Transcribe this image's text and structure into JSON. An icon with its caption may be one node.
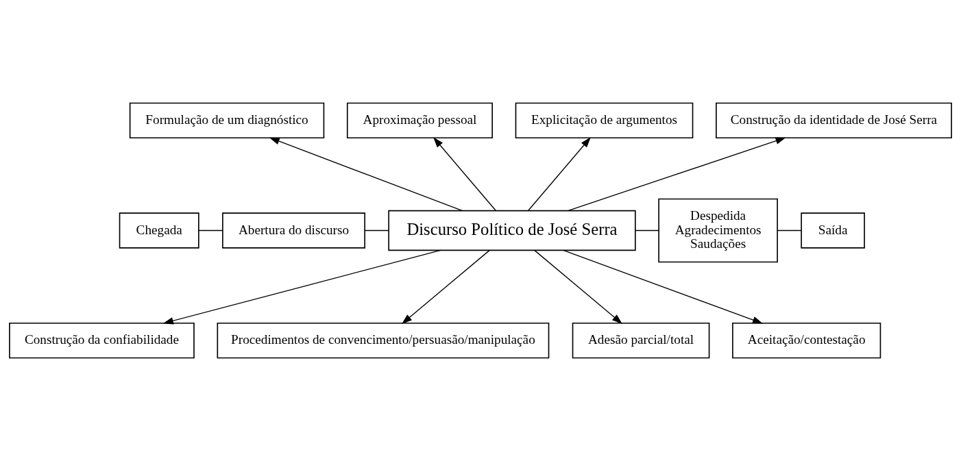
{
  "diagram": {
    "nodes": [
      {
        "text": [
          "Formulação de um diagnóstico"
        ]
      },
      {
        "text": [
          "Aproximação pessoal"
        ]
      },
      {
        "text": [
          "Explicitação de argumentos"
        ]
      },
      {
        "text": [
          "Construção da identidade de José Serra"
        ]
      },
      {
        "text": [
          "Chegada"
        ]
      },
      {
        "text": [
          "Abertura do discurso"
        ]
      },
      {
        "text": [
          "Discurso Político de José Serra"
        ]
      },
      {
        "text": [
          "Despedida",
          "Agradecimentos",
          "Saudações"
        ]
      },
      {
        "text": [
          "Saída"
        ]
      },
      {
        "text": [
          "Construção da confiabilidade"
        ]
      },
      {
        "text": [
          "Procedimentos de convencimento/persuasão/manipulação"
        ]
      },
      {
        "text": [
          "Adesão parcial/total"
        ]
      },
      {
        "text": [
          "Aceitação/contestação"
        ]
      }
    ],
    "edges": [
      {
        "from": 6,
        "to": 1,
        "arrow": "to"
      },
      {
        "from": 6,
        "to": 0,
        "arrow": "to"
      },
      {
        "from": 6,
        "to": 2,
        "arrow": "to"
      },
      {
        "from": 6,
        "to": 3,
        "arrow": "to"
      },
      {
        "from": 4,
        "to": 5,
        "arrow": "none"
      },
      {
        "from": 5,
        "to": 6,
        "arrow": "none"
      },
      {
        "from": 6,
        "to": 7,
        "arrow": "none"
      },
      {
        "from": 7,
        "to": 8,
        "arrow": "none"
      },
      {
        "from": 6,
        "to": 9,
        "arrow": "to"
      },
      {
        "from": 6,
        "to": 10,
        "arrow": "to"
      },
      {
        "from": 6,
        "to": 11,
        "arrow": "to"
      },
      {
        "from": 6,
        "to": 12,
        "arrow": "to"
      }
    ]
  }
}
